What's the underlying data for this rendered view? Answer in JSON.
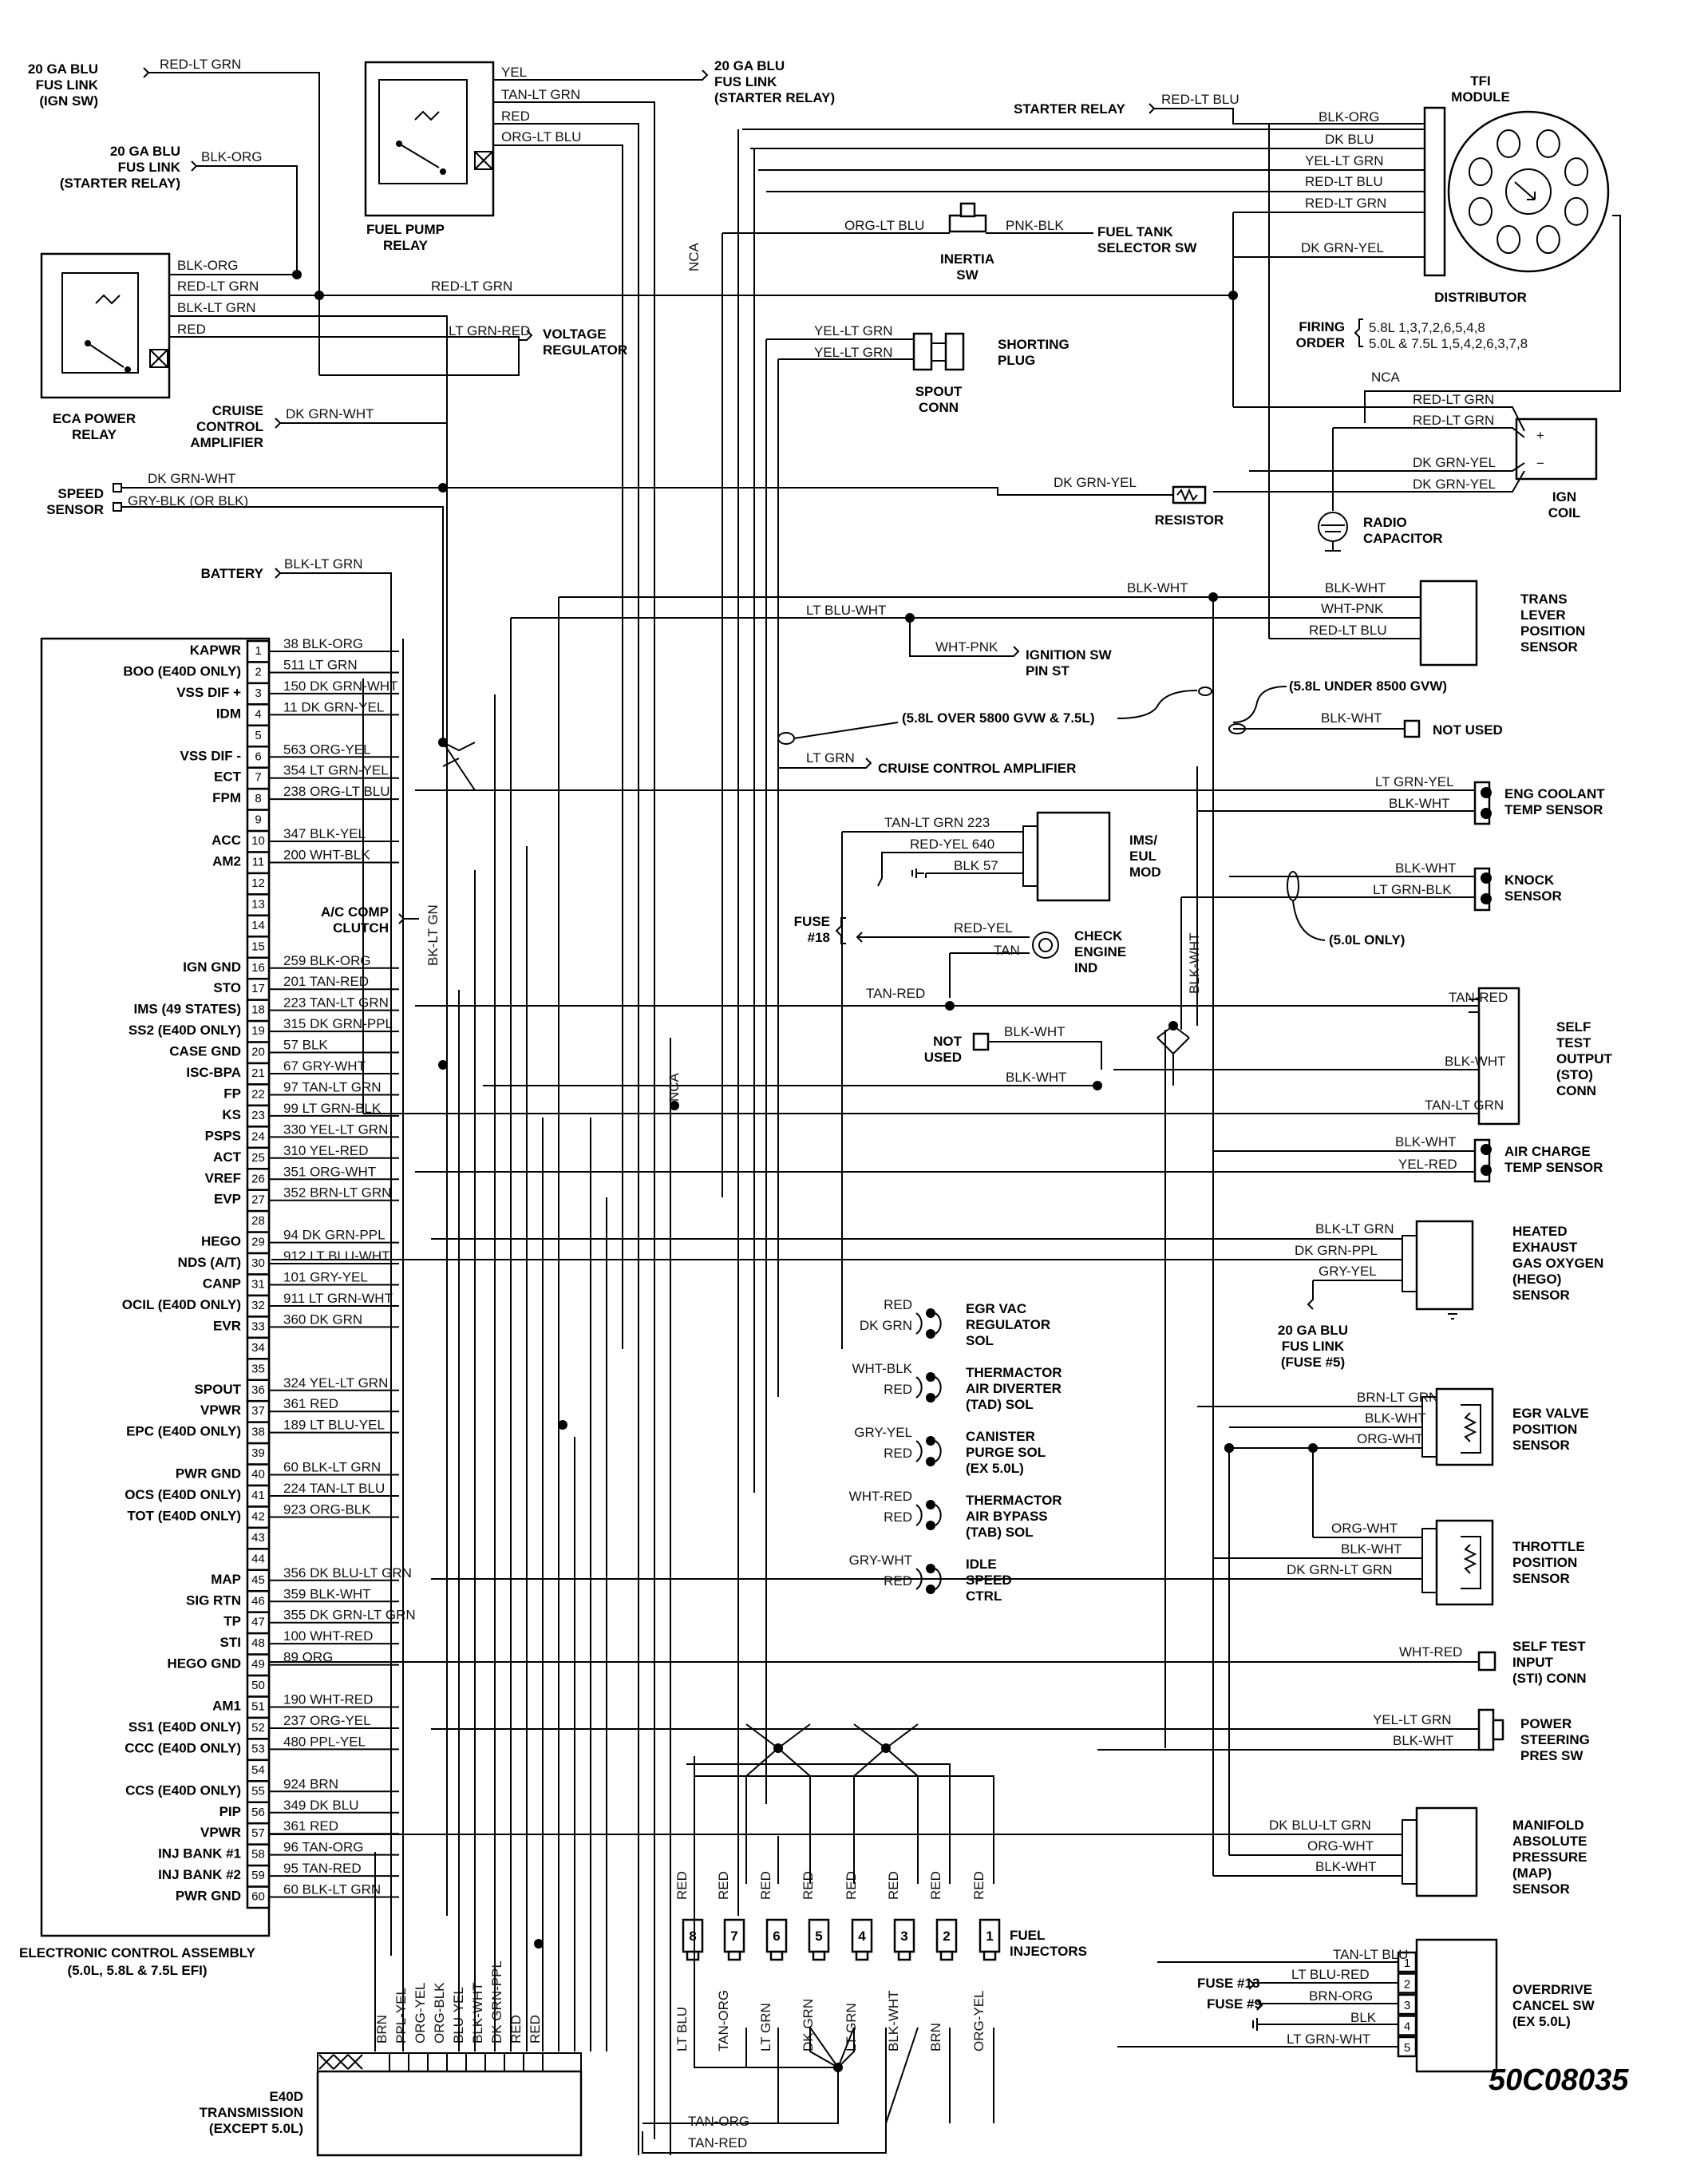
{
  "diagram_id": "50C08035",
  "ecu": {
    "title": "ELECTRONIC CONTROL ASSEMBLY",
    "subtitle": "(5.0L, 5.8L & 7.5L EFI)",
    "pin_labels": [
      {
        "pin": 1,
        "label": "KAPWR"
      },
      {
        "pin": 2,
        "label": "BOO (E40D ONLY)"
      },
      {
        "pin": 3,
        "label": "VSS DIF +"
      },
      {
        "pin": 4,
        "label": "IDM"
      },
      {
        "pin": 5,
        "label": ""
      },
      {
        "pin": 6,
        "label": "VSS DIF -"
      },
      {
        "pin": 7,
        "label": "ECT"
      },
      {
        "pin": 8,
        "label": "FPM"
      },
      {
        "pin": 9,
        "label": ""
      },
      {
        "pin": 10,
        "label": "ACC"
      },
      {
        "pin": 11,
        "label": "AM2"
      },
      {
        "pin": 12,
        "label": ""
      },
      {
        "pin": 13,
        "label": ""
      },
      {
        "pin": 14,
        "label": ""
      },
      {
        "pin": 15,
        "label": ""
      },
      {
        "pin": 16,
        "label": "IGN GND"
      },
      {
        "pin": 17,
        "label": "STO"
      },
      {
        "pin": 18,
        "label": "IMS (49 STATES)"
      },
      {
        "pin": 19,
        "label": "SS2 (E40D ONLY)"
      },
      {
        "pin": 20,
        "label": "CASE GND"
      },
      {
        "pin": 21,
        "label": "ISC-BPA"
      },
      {
        "pin": 22,
        "label": "FP"
      },
      {
        "pin": 23,
        "label": "KS"
      },
      {
        "pin": 24,
        "label": "PSPS"
      },
      {
        "pin": 25,
        "label": "ACT"
      },
      {
        "pin": 26,
        "label": "VREF"
      },
      {
        "pin": 27,
        "label": "EVP"
      },
      {
        "pin": 28,
        "label": ""
      },
      {
        "pin": 29,
        "label": "HEGO"
      },
      {
        "pin": 30,
        "label": "NDS (A/T)"
      },
      {
        "pin": 31,
        "label": "CANP"
      },
      {
        "pin": 32,
        "label": "OCIL (E40D ONLY)"
      },
      {
        "pin": 33,
        "label": "EVR"
      },
      {
        "pin": 34,
        "label": ""
      },
      {
        "pin": 35,
        "label": ""
      },
      {
        "pin": 36,
        "label": "SPOUT"
      },
      {
        "pin": 37,
        "label": "VPWR"
      },
      {
        "pin": 38,
        "label": "EPC (E40D ONLY)"
      },
      {
        "pin": 39,
        "label": ""
      },
      {
        "pin": 40,
        "label": "PWR GND"
      },
      {
        "pin": 41,
        "label": "OCS (E40D ONLY)"
      },
      {
        "pin": 42,
        "label": "TOT (E40D ONLY)"
      },
      {
        "pin": 43,
        "label": ""
      },
      {
        "pin": 44,
        "label": ""
      },
      {
        "pin": 45,
        "label": "MAP"
      },
      {
        "pin": 46,
        "label": "SIG RTN"
      },
      {
        "pin": 47,
        "label": "TP"
      },
      {
        "pin": 48,
        "label": "STI"
      },
      {
        "pin": 49,
        "label": "HEGO GND"
      },
      {
        "pin": 50,
        "label": ""
      },
      {
        "pin": 51,
        "label": "AM1"
      },
      {
        "pin": 52,
        "label": "SS1 (E40D ONLY)"
      },
      {
        "pin": 53,
        "label": "CCC (E40D ONLY)"
      },
      {
        "pin": 54,
        "label": ""
      },
      {
        "pin": 55,
        "label": "CCS (E40D ONLY)"
      },
      {
        "pin": 56,
        "label": "PIP"
      },
      {
        "pin": 57,
        "label": "VPWR"
      },
      {
        "pin": 58,
        "label": "INJ BANK #1"
      },
      {
        "pin": 59,
        "label": "INJ BANK #2"
      },
      {
        "pin": 60,
        "label": "PWR GND"
      }
    ],
    "pin_wires": [
      {
        "pin": 1,
        "wire": "38 BLK-ORG"
      },
      {
        "pin": 2,
        "wire": "511 LT GRN"
      },
      {
        "pin": 3,
        "wire": "150 DK GRN-WHT"
      },
      {
        "pin": 4,
        "wire": "11 DK GRN-YEL"
      },
      {
        "pin": 6,
        "wire": "563 ORG-YEL"
      },
      {
        "pin": 7,
        "wire": "354 LT GRN-YEL"
      },
      {
        "pin": 8,
        "wire": "238 ORG-LT BLU"
      },
      {
        "pin": 10,
        "wire": "347 BLK-YEL"
      },
      {
        "pin": 11,
        "wire": "200 WHT-BLK"
      },
      {
        "pin": 16,
        "wire": "259 BLK-ORG"
      },
      {
        "pin": 17,
        "wire": "201 TAN-RED"
      },
      {
        "pin": 18,
        "wire": "223 TAN-LT GRN"
      },
      {
        "pin": 19,
        "wire": "315 DK GRN-PPL"
      },
      {
        "pin": 20,
        "wire": "57 BLK"
      },
      {
        "pin": 21,
        "wire": "67 GRY-WHT"
      },
      {
        "pin": 22,
        "wire": "97 TAN-LT GRN"
      },
      {
        "pin": 23,
        "wire": "99 LT GRN-BLK"
      },
      {
        "pin": 24,
        "wire": "330 YEL-LT GRN"
      },
      {
        "pin": 25,
        "wire": "310 YEL-RED"
      },
      {
        "pin": 26,
        "wire": "351 ORG-WHT"
      },
      {
        "pin": 27,
        "wire": "352 BRN-LT GRN"
      },
      {
        "pin": 29,
        "wire": "94 DK GRN-PPL"
      },
      {
        "pin": 30,
        "wire": "912 LT BLU-WHT"
      },
      {
        "pin": 31,
        "wire": "101 GRY-YEL"
      },
      {
        "pin": 32,
        "wire": "911 LT GRN-WHT"
      },
      {
        "pin": 33,
        "wire": "360 DK GRN"
      },
      {
        "pin": 36,
        "wire": "324 YEL-LT GRN"
      },
      {
        "pin": 37,
        "wire": "361 RED"
      },
      {
        "pin": 38,
        "wire": "189 LT BLU-YEL"
      },
      {
        "pin": 40,
        "wire": "60 BLK-LT GRN"
      },
      {
        "pin": 41,
        "wire": "224 TAN-LT BLU"
      },
      {
        "pin": 42,
        "wire": "923 ORG-BLK"
      },
      {
        "pin": 45,
        "wire": "356 DK BLU-LT GRN"
      },
      {
        "pin": 46,
        "wire": "359 BLK-WHT"
      },
      {
        "pin": 47,
        "wire": "355 DK GRN-LT GRN"
      },
      {
        "pin": 48,
        "wire": "100 WHT-RED"
      },
      {
        "pin": 49,
        "wire": "89 ORG"
      },
      {
        "pin": 51,
        "wire": "190 WHT-RED"
      },
      {
        "pin": 52,
        "wire": "237 ORG-YEL"
      },
      {
        "pin": 53,
        "wire": "480 PPL-YEL"
      },
      {
        "pin": 55,
        "wire": "924 BRN"
      },
      {
        "pin": 56,
        "wire": "349 DK BLU"
      },
      {
        "pin": 57,
        "wire": "361 RED"
      },
      {
        "pin": 58,
        "wire": "96 TAN-ORG"
      },
      {
        "pin": 59,
        "wire": "95 TAN-RED"
      },
      {
        "pin": 60,
        "wire": "60 BLK-LT GRN"
      }
    ]
  },
  "components": {
    "fus_link_ign": [
      "20 GA BLU",
      "FUS LINK",
      "(IGN SW)"
    ],
    "fus_link_ign_wire": "RED-LT GRN",
    "fus_link_start": [
      "20 GA BLU",
      "FUS LINK",
      "(STARTER RELAY)"
    ],
    "fus_link_start_wire": "BLK-ORG",
    "fuel_pump_relay": [
      "FUEL PUMP",
      "RELAY"
    ],
    "fpr_wires": [
      "YEL",
      "TAN-LT GRN",
      "RED",
      "ORG-LT BLU"
    ],
    "fus_link_top": [
      "20 GA BLU",
      "FUS LINK",
      "(STARTER RELAY)"
    ],
    "starter_relay": "STARTER RELAY",
    "starter_relay_wire": "RED-LT BLU",
    "tfi": [
      "TFI",
      "MODULE"
    ],
    "tfi_wires": [
      "BLK-ORG",
      "DK BLU",
      "YEL-LT GRN",
      "RED-LT BLU",
      "RED-LT GRN"
    ],
    "distributor": "DISTRIBUTOR",
    "dist_wire": "DK GRN-YEL",
    "inertia": [
      "INERTIA",
      "SW"
    ],
    "inertia_wires": [
      "ORG-LT BLU",
      "PNK-BLK"
    ],
    "fuel_tank": [
      "FUEL TANK",
      "SELECTOR SW"
    ],
    "nca": "NCA",
    "eca_relay": [
      "ECA POWER",
      "RELAY"
    ],
    "eca_wires": [
      "BLK-ORG",
      "RED-LT GRN",
      "BLK-LT GRN",
      "RED"
    ],
    "red_lt_grn": "RED-LT GRN",
    "voltage_reg": [
      "VOLTAGE",
      "REGULATOR"
    ],
    "vreg_wire": "LT GRN-RED",
    "firing": [
      "FIRING",
      "ORDER"
    ],
    "firing_orders": [
      "5.8L 1,3,7,2,6,5,4,8",
      "5.0L & 7.5L 1,5,4,2,6,3,7,8"
    ],
    "spout": [
      "SPOUT",
      "CONN"
    ],
    "spout_wires": [
      "YEL-LT GRN",
      "YEL-LT GRN"
    ],
    "shorting": [
      "SHORTING",
      "PLUG"
    ],
    "coil_wires": [
      "RED-LT GRN",
      "RED-LT GRN",
      "DK GRN-YEL",
      "DK GRN-YEL"
    ],
    "ign_coil": [
      "IGN",
      "COIL"
    ],
    "cruise": [
      "CRUISE",
      "CONTROL",
      "AMPLIFIER"
    ],
    "cruise_wire": "DK GRN-WHT",
    "speed": [
      "SPEED",
      "SENSOR"
    ],
    "speed_wires": [
      "DK GRN-WHT",
      "GRY-BLK (OR BLK)"
    ],
    "resistor": "RESISTOR",
    "resistor_wire": "DK GRN-YEL",
    "radio": [
      "RADIO",
      "CAPACITOR"
    ],
    "battery": "BATTERY",
    "battery_wire": "BLK-LT GRN",
    "tlps": [
      "TRANS",
      "LEVER",
      "POSITION",
      "SENSOR"
    ],
    "tlps_wires": [
      "BLK-WHT",
      "WHT-PNK",
      "RED-LT BLU"
    ],
    "blk_wht": "BLK-WHT",
    "lt_blu_wht": "LT BLU-WHT",
    "ign_pin": [
      "IGNITION SW",
      "PIN ST"
    ],
    "wht_pnk": "WHT-PNK",
    "note_58_under": "(5.8L UNDER 8500 GVW)",
    "note_58_over": "(5.8L OVER 5800 GVW & 7.5L)",
    "not_used": "NOT USED",
    "lt_grn": "LT GRN",
    "cruise_amp": "CRUISE CONTROL AMPLIFIER",
    "ect": [
      "ENG COOLANT",
      "TEMP SENSOR"
    ],
    "ect_wires": [
      "LT GRN-YEL",
      "BLK-WHT"
    ],
    "ims_wires": [
      "TAN-LT GRN 223",
      "RED-YEL 640",
      "BLK 57"
    ],
    "ims": [
      "IMS/",
      "EUL",
      "MOD"
    ],
    "knock": [
      "KNOCK",
      "SENSOR"
    ],
    "knock_wires": [
      "BLK-WHT",
      "LT GRN-BLK"
    ],
    "note_50_only": "(5.0L ONLY)",
    "fuse18": [
      "FUSE",
      "#18"
    ],
    "cel_wires": [
      "RED-YEL",
      "TAN"
    ],
    "cel": [
      "CHECK",
      "ENGINE",
      "IND"
    ],
    "ac": [
      "A/C COMP",
      "CLUTCH"
    ],
    "bk_lt_gn": "BK-LT GN",
    "tan_red": "TAN-RED",
    "sto": [
      "SELF",
      "TEST",
      "OUTPUT",
      "(STO)",
      "CONN"
    ],
    "sto_wires": [
      "TAN-RED",
      "BLK-WHT",
      "TAN-LT GRN"
    ],
    "not_used2": [
      "NOT",
      "USED"
    ],
    "act": [
      "AIR CHARGE",
      "TEMP SENSOR"
    ],
    "act_wires": [
      "BLK-WHT",
      "YEL-RED"
    ],
    "hego": [
      "HEATED",
      "EXHAUST",
      "GAS OXYGEN",
      "(HEGO)",
      "SENSOR"
    ],
    "hego_wires": [
      "BLK-LT GRN",
      "DK GRN-PPL",
      "GRY-YEL"
    ],
    "fus5": [
      "20 GA BLU",
      "FUS LINK",
      "(FUSE #5)"
    ],
    "egr_vac": [
      "EGR VAC",
      "REGULATOR",
      "SOL"
    ],
    "egr_vac_wires": [
      "RED",
      "DK GRN"
    ],
    "tad": [
      "THERMACTOR",
      "AIR DIVERTER",
      "(TAD) SOL"
    ],
    "tad_wires": [
      "WHT-BLK",
      "RED"
    ],
    "canp": [
      "CANISTER",
      "PURGE SOL",
      "(EX 5.0L)"
    ],
    "canp_wires": [
      "GRY-YEL",
      "RED"
    ],
    "tab": [
      "THERMACTOR",
      "AIR BYPASS",
      "(TAB) SOL"
    ],
    "tab_wires": [
      "WHT-RED",
      "RED"
    ],
    "isc": [
      "IDLE",
      "SPEED",
      "CTRL"
    ],
    "isc_wires": [
      "GRY-WHT",
      "RED"
    ],
    "evp": [
      "EGR VALVE",
      "POSITION",
      "SENSOR"
    ],
    "evp_wires": [
      "BRN-LT GRN",
      "BLK-WHT",
      "ORG-WHT"
    ],
    "tps": [
      "THROTTLE",
      "POSITION",
      "SENSOR"
    ],
    "tps_wires": [
      "ORG-WHT",
      "BLK-WHT",
      "DK GRN-LT GRN"
    ],
    "sti": [
      "SELF TEST",
      "INPUT",
      "(STI) CONN"
    ],
    "sti_wire": "WHT-RED",
    "ps": [
      "POWER",
      "STEERING",
      "PRES SW"
    ],
    "ps_wires": [
      "YEL-LT GRN",
      "BLK-WHT"
    ],
    "map": [
      "MANIFOLD",
      "ABSOLUTE",
      "PRESSURE",
      "(MAP)",
      "SENSOR"
    ],
    "map_wires": [
      "DK BLU-LT GRN",
      "ORG-WHT",
      "BLK-WHT"
    ],
    "od": [
      "OVERDRIVE",
      "CANCEL SW",
      "(EX 5.0L)"
    ],
    "od_wires": [
      "TAN-LT BLU",
      "LT BLU-RED",
      "BRN-ORG",
      "BLK",
      "LT GRN-WHT"
    ],
    "fuse13": "FUSE #13",
    "fuse9": "FUSE #9",
    "injectors": [
      "FUEL",
      "INJECTORS"
    ],
    "inj_numbers": [
      "8",
      "7",
      "6",
      "5",
      "4",
      "3",
      "2",
      "1"
    ],
    "inj_top": [
      "RED",
      "RED",
      "RED",
      "RED",
      "RED",
      "RED",
      "RED",
      "RED"
    ],
    "inj_bottom": [
      "LT BLU",
      "TAN-ORG",
      "LT GRN",
      "DK GRN",
      "LT GRN",
      "BLK-WHT",
      "BRN",
      "ORG-YEL"
    ],
    "trans": [
      "E40D",
      "TRANSMISSION",
      "(EXCEPT 5.0L)"
    ],
    "trans_wires": [
      "BRN",
      "PPL-YEL",
      "ORG-YEL",
      "ORG-BLK",
      "BLU-YEL",
      "BLK-WHT",
      "DK GRN-PPL",
      "RED",
      "RED"
    ],
    "tan_org": "TAN-ORG",
    "tan_red2": "TAN-RED",
    "nca2": "NCA"
  }
}
